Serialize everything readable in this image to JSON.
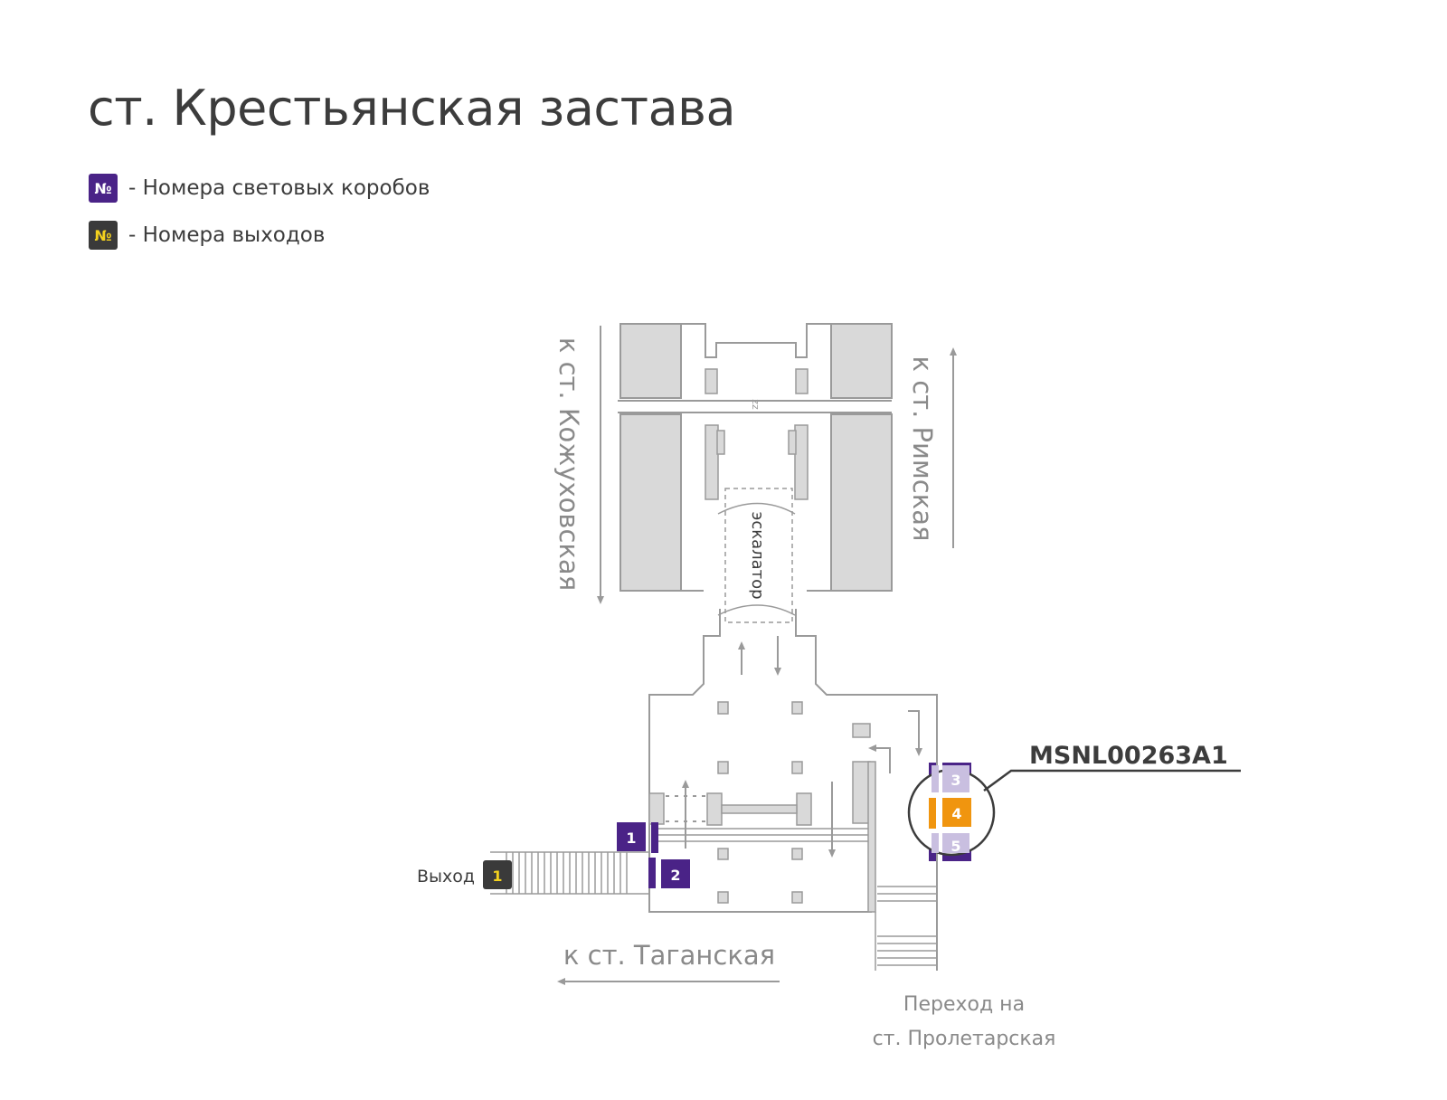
{
  "title": "ст. Крестьянская застава",
  "legend": {
    "box_symbol": "№",
    "box_label": "- Номера световых коробов",
    "exit_symbol": "№",
    "exit_label": "- Номера выходов"
  },
  "scheme": {
    "direction_left": "к ст. Кожуховская",
    "direction_right": "к ст. Римская",
    "direction_bottom": "к ст. Таганская",
    "escalator_label": "эскалатор",
    "transfer_line1": "Переход на",
    "transfer_line2": "ст. Пролетарская",
    "exit_label": "Выход",
    "exit_number": "1",
    "boxes": [
      "1",
      "2",
      "3",
      "4",
      "5"
    ],
    "highlight_code": "MSNL00263A1"
  },
  "colors": {
    "purple": "#4a2387",
    "purple_light": "#c9bfe0",
    "orange": "#f0950f",
    "exit_badge": "#3a3a3a",
    "exit_digit": "#f4d21e",
    "wall": "#9a9a9a",
    "platform_fill": "#d9d9d9"
  }
}
